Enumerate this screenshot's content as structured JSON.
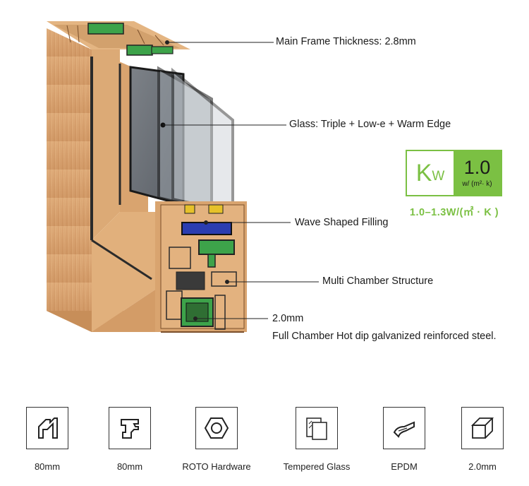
{
  "callouts": {
    "frame": "Main Frame Thickness: 2.8mm",
    "glass": "Glass: Triple + Low-e + Warm Edge",
    "filling": "Wave Shaped Filling",
    "chamber": "Multi Chamber Structure",
    "steel_1": "2.0mm",
    "steel_2": "Full Chamber Hot dip galvanized reinforced steel."
  },
  "kw_badge": {
    "symbol": "K",
    "subscript": "W",
    "value": "1.0",
    "unit": "w/ (m²· k)",
    "range": "1.0–1.3W/(㎡ · K )",
    "color": "#7bc043"
  },
  "features": [
    {
      "icon": "frame-80mm-profile-icon",
      "label": "80mm"
    },
    {
      "icon": "sash-80mm-profile-icon",
      "label": "80mm"
    },
    {
      "icon": "hex-nut-icon",
      "label": "ROTO Hardware"
    },
    {
      "icon": "tempered-glass-icon",
      "label": "Tempered Glass"
    },
    {
      "icon": "epdm-gasket-icon",
      "label": "EPDM"
    },
    {
      "icon": "steel-bar-icon",
      "label": "2.0mm"
    }
  ]
}
